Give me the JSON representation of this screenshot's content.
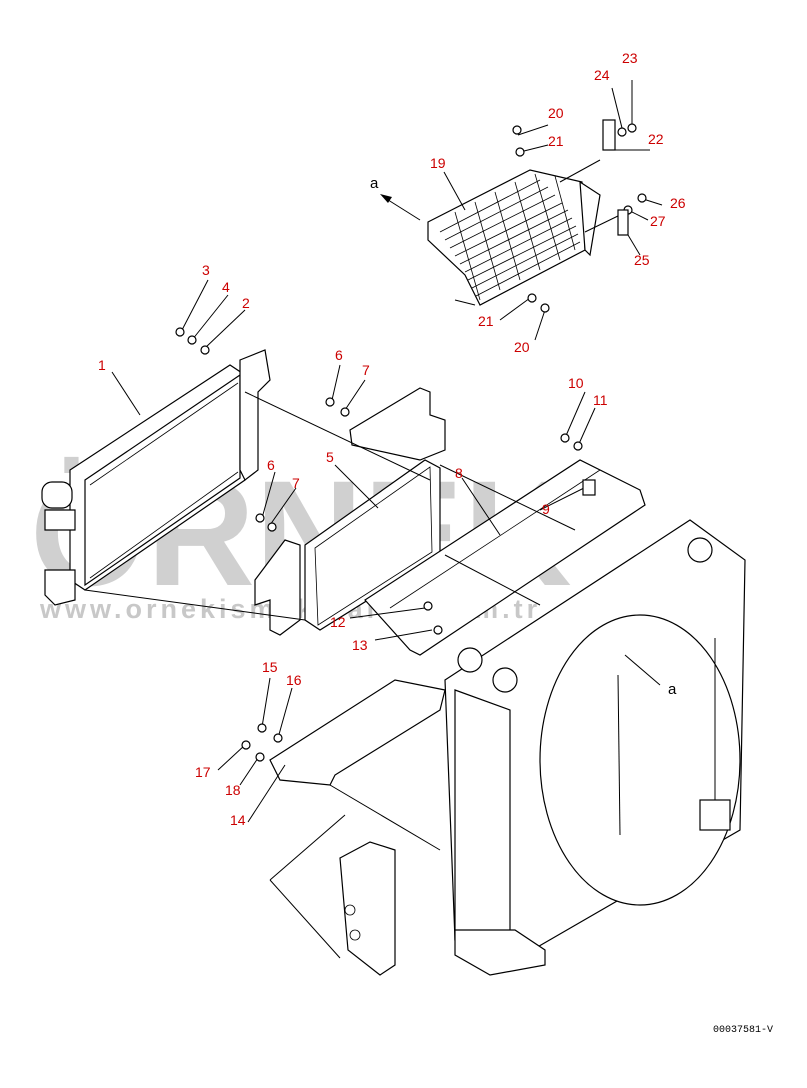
{
  "watermark": {
    "brand": "ÖRNEK",
    "site": "www.ornekismakinalari.com.tr"
  },
  "reference_code": "00037581-V",
  "view_marker": "a",
  "callouts": {
    "c1": "1",
    "c2": "2",
    "c3": "3",
    "c4": "4",
    "c5": "5",
    "c6a": "6",
    "c6b": "6",
    "c7a": "7",
    "c7b": "7",
    "c8": "8",
    "c9": "9",
    "c10": "10",
    "c11": "11",
    "c12": "12",
    "c13": "13",
    "c14": "14",
    "c15": "15",
    "c16": "16",
    "c17": "17",
    "c18": "18",
    "c19": "19",
    "c20a": "20",
    "c20b": "20",
    "c21a": "21",
    "c21b": "21",
    "c22": "22",
    "c23": "23",
    "c24": "24",
    "c25": "25",
    "c26": "26",
    "c27": "27"
  }
}
